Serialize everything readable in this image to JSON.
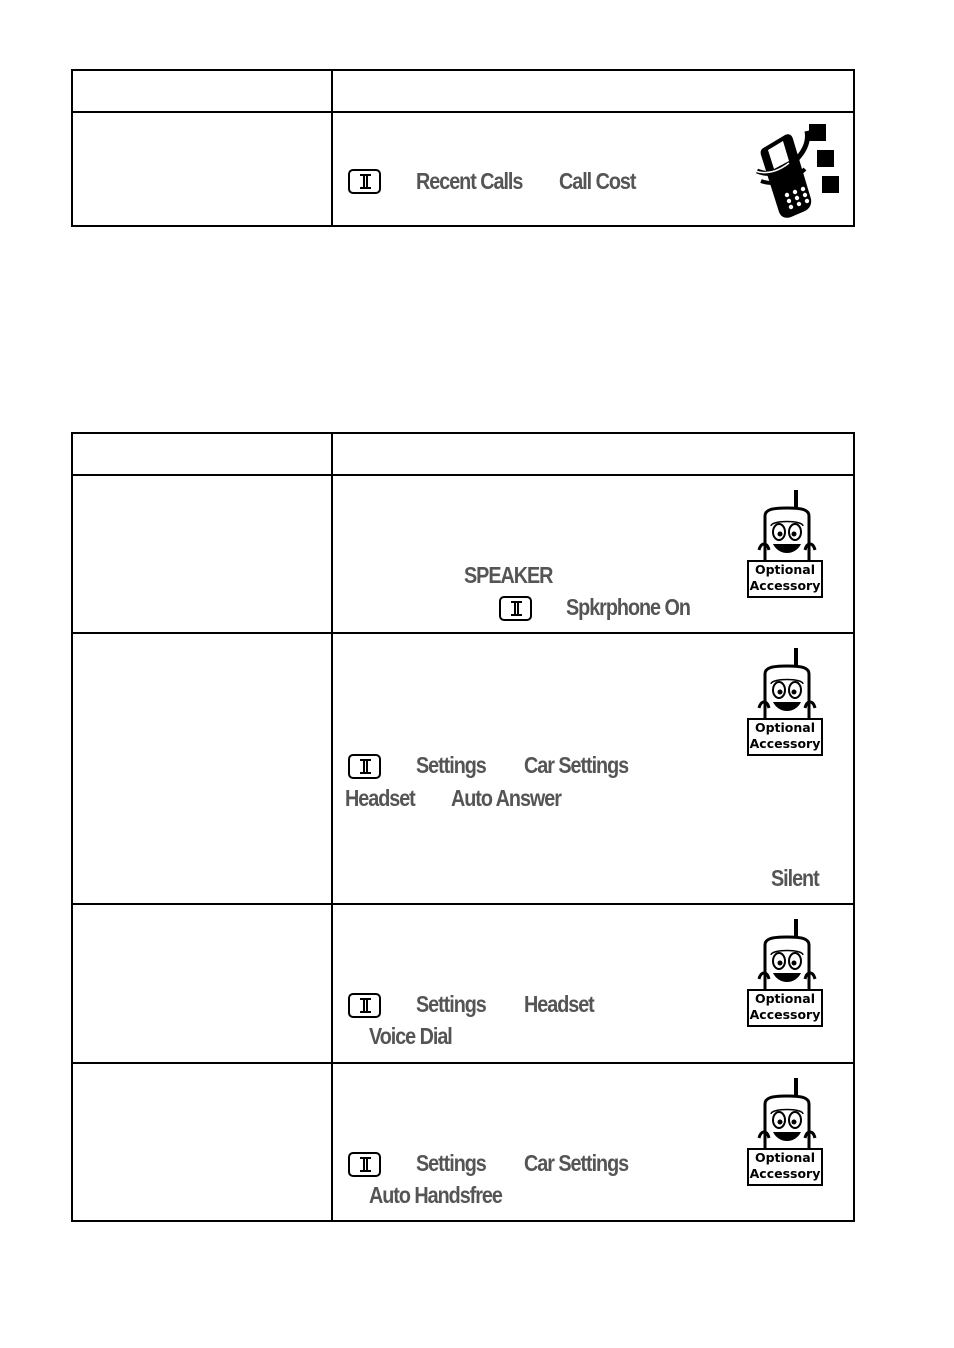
{
  "page": {
    "background": "#ffffff",
    "text_color": "#555555"
  },
  "table1": {
    "row1": {
      "menu_path": [
        "Recent Calls",
        "Call Cost"
      ]
    }
  },
  "table2": {
    "row1": {
      "key": "SPEAKER",
      "menu_path": [
        "Spkrphone On"
      ]
    },
    "row2": {
      "menu_path_1": [
        "Settings",
        "Car Settings"
      ],
      "menu_path_2": [
        "Headset",
        "Auto Answer"
      ],
      "value": "Silent"
    },
    "row3": {
      "menu_path_1": [
        "Settings",
        "Headset"
      ],
      "menu_path_2": [
        "Voice Dial"
      ]
    },
    "row4": {
      "menu_path_1": [
        "Settings",
        "Car Settings"
      ],
      "menu_path_2": [
        "Auto Handsfree"
      ]
    }
  },
  "accessory_badge": {
    "line1": "Optional",
    "line2": "Accessory"
  },
  "icons": {
    "menu_key": "menu-key-icon",
    "network_phone": "network-phone-icon",
    "accessory_phone": "accessory-phone-icon"
  }
}
